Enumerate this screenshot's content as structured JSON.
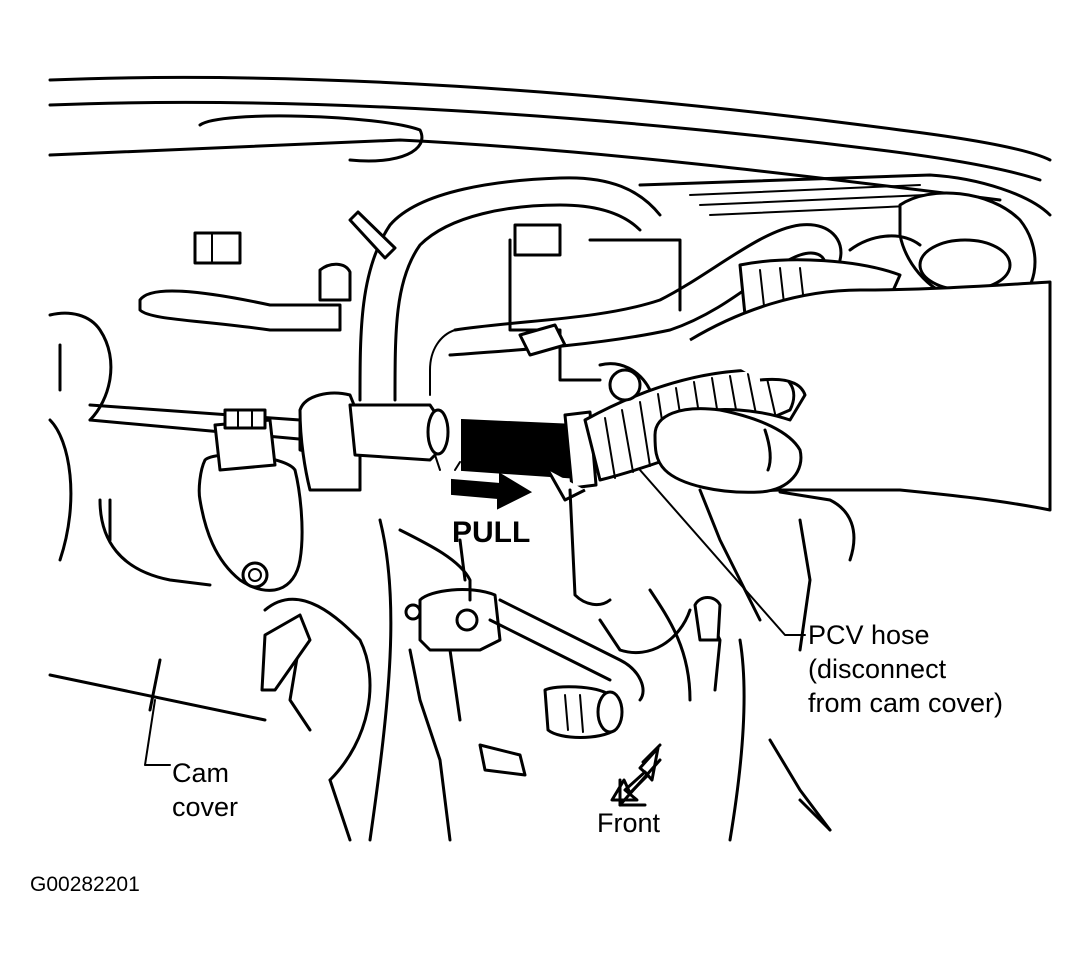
{
  "labels": {
    "pull": "PULL",
    "pcv_hose": "PCV hose\n(disconnect\nfrom cam cover)",
    "cam_cover": "Cam\ncover",
    "front": "Front"
  },
  "figure_id": "G00282201"
}
